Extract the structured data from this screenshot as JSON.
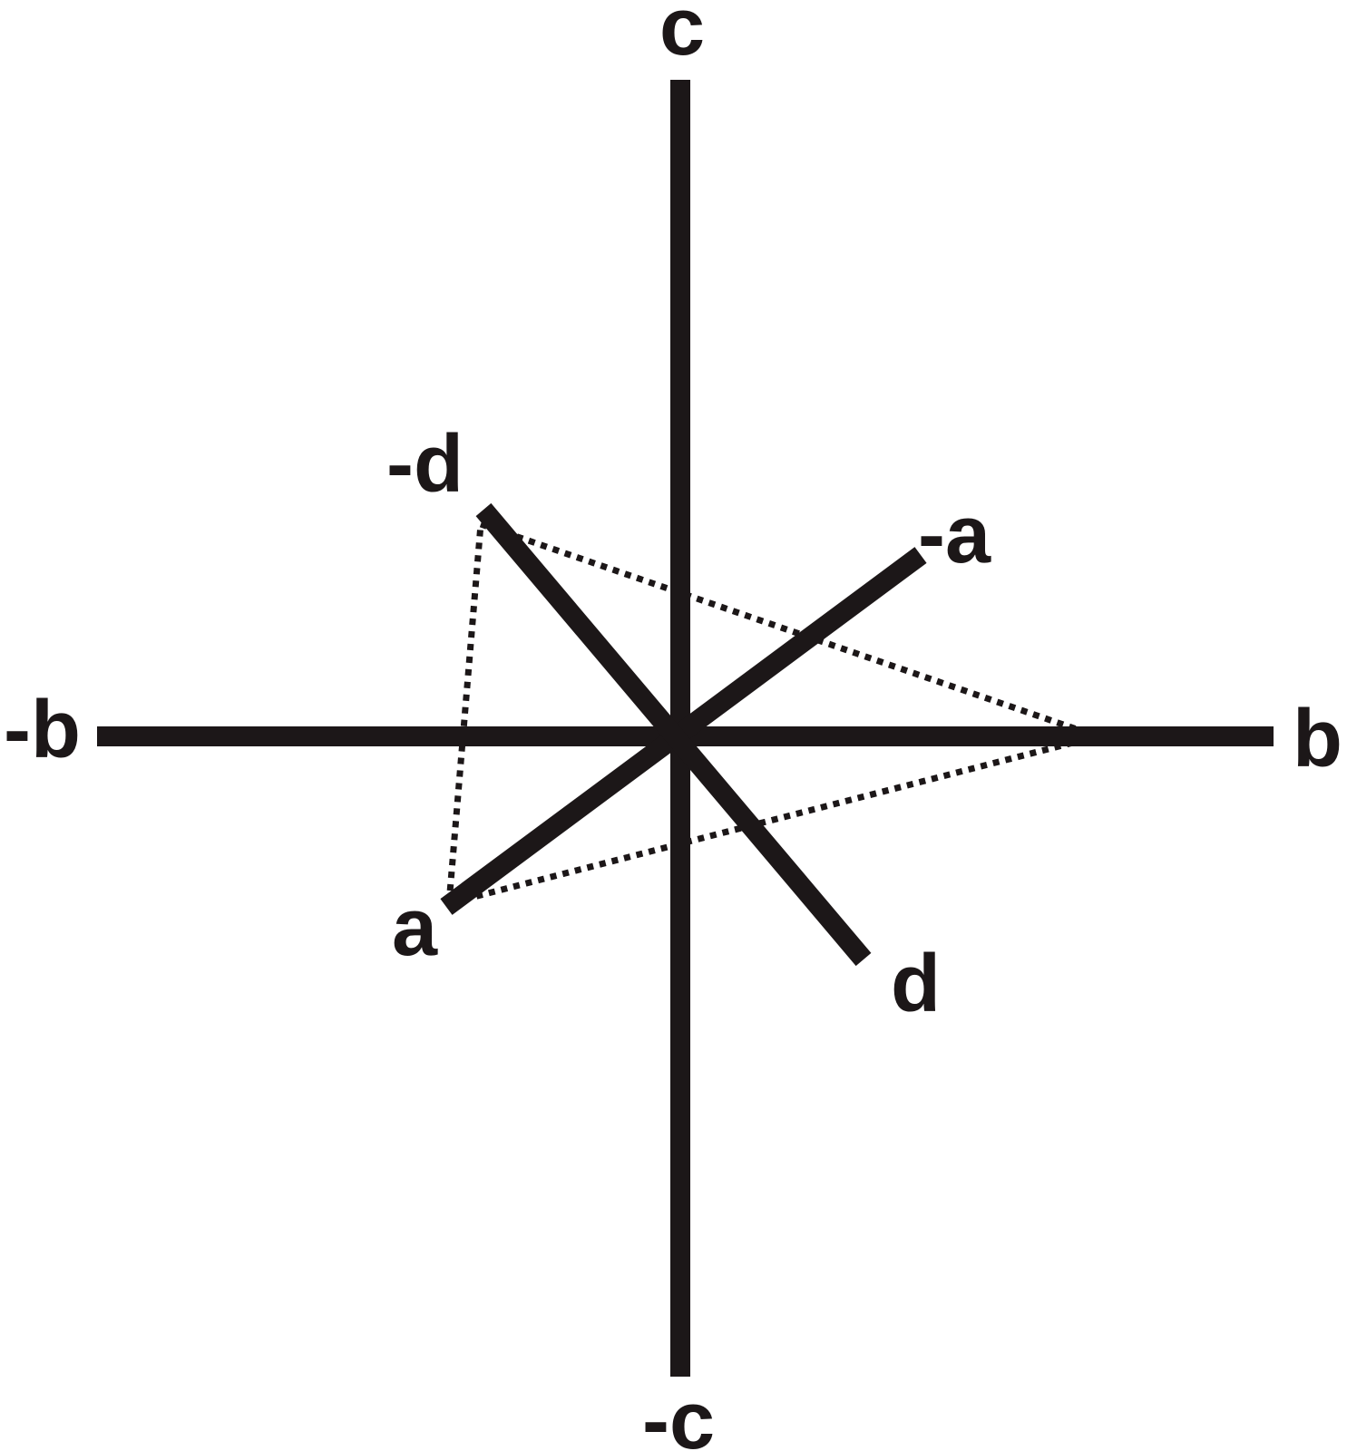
{
  "diagram": {
    "labels": {
      "c": "c",
      "neg_c": "-c",
      "b": "b",
      "neg_b": "-b",
      "a": "a",
      "neg_a": "-a",
      "d": "d",
      "neg_d": "-d"
    },
    "colors": {
      "ink": "#1c1718",
      "background": "#ffffff"
    }
  }
}
